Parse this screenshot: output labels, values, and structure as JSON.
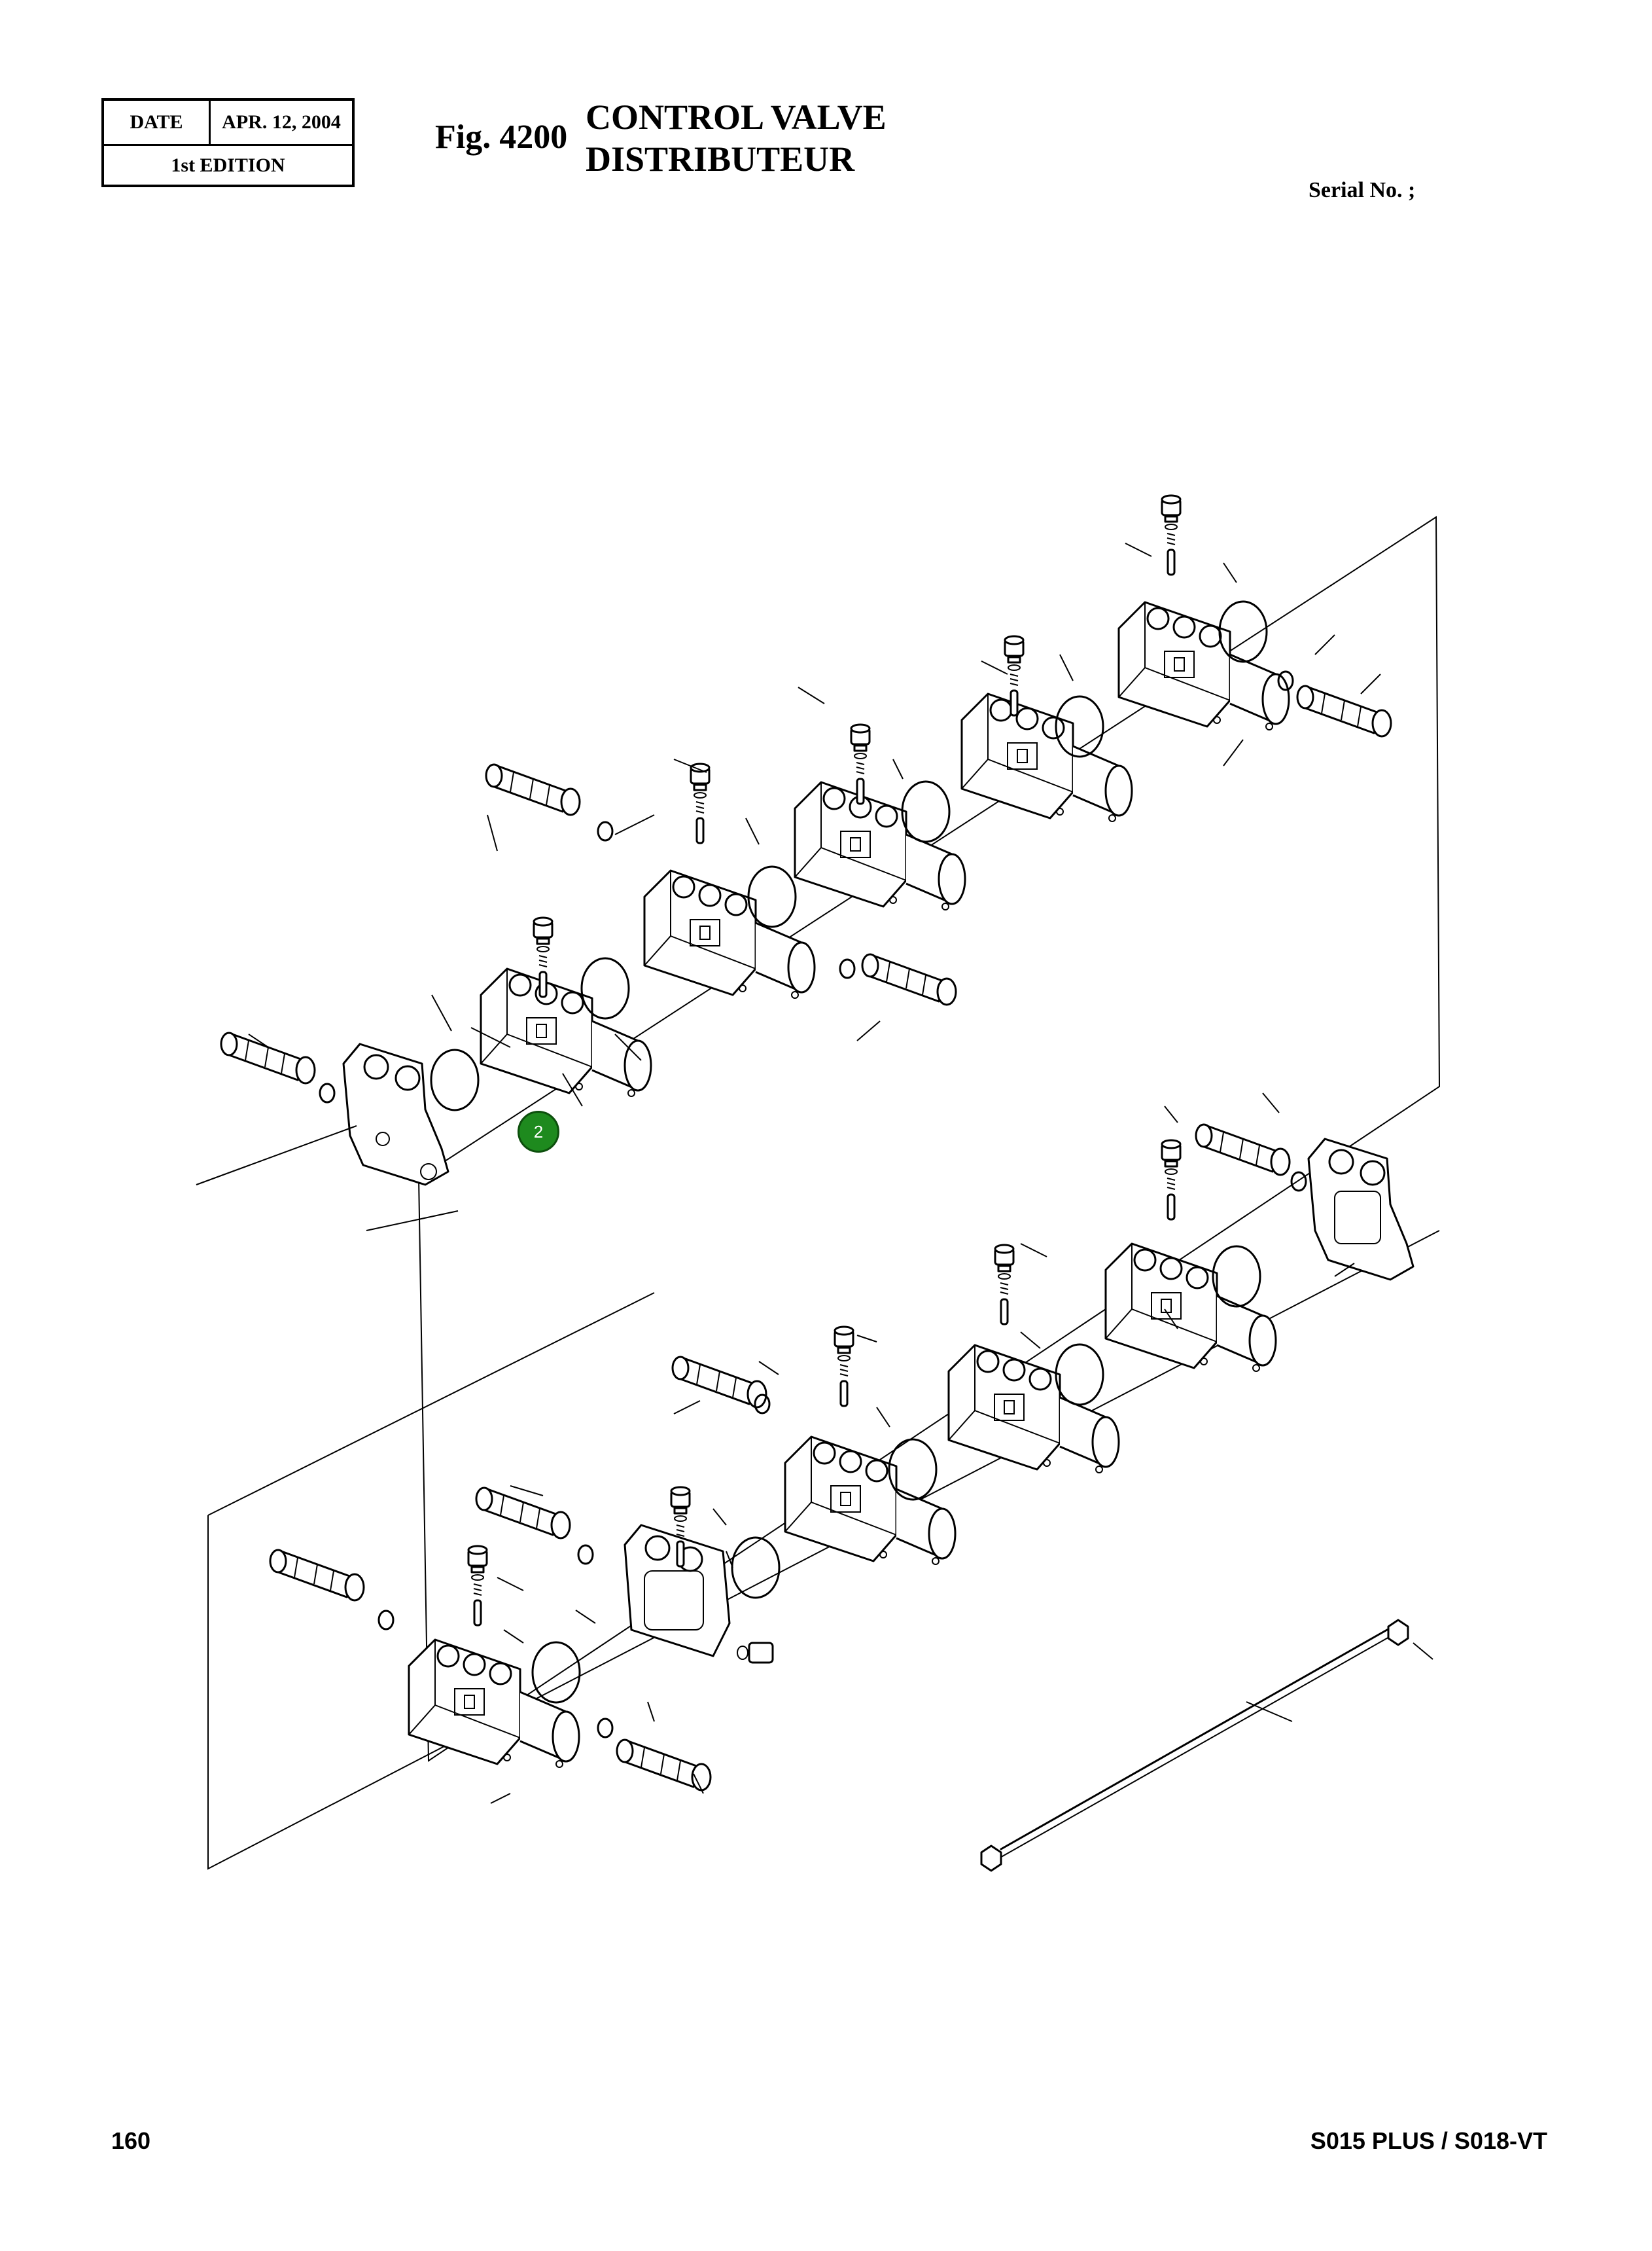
{
  "header": {
    "date_label": "DATE",
    "date_value": "APR. 12, 2004",
    "edition": "1st EDITION",
    "fig_label": "Fig. 4200",
    "title_en": "CONTROL VALVE",
    "title_fr": "DISTRIBUTEUR",
    "serial": "Serial No. ;"
  },
  "diagram": {
    "callouts": [
      {
        "label": "2",
        "color": "#1e8a1e"
      }
    ]
  },
  "footer": {
    "page_number": "160",
    "model": "S015 PLUS / S018-VT"
  }
}
